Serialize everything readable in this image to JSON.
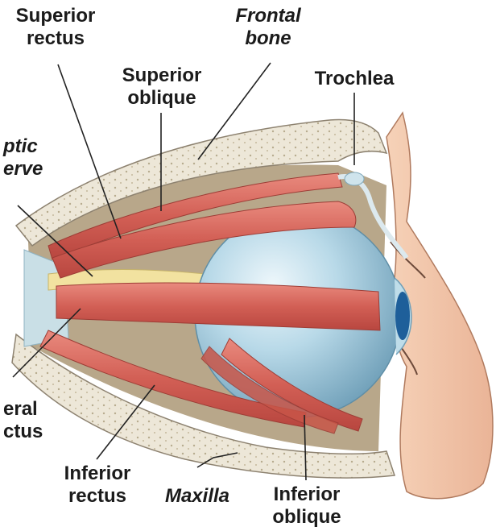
{
  "labels": {
    "superior_rectus": [
      "Superior",
      "rectus"
    ],
    "frontal_bone": [
      "Frontal",
      "bone"
    ],
    "superior_oblique": [
      "Superior",
      "oblique"
    ],
    "trochlea": "Trochlea",
    "optic_nerve": [
      "ptic",
      "erve"
    ],
    "lateral_rectus": [
      "eral",
      "ctus"
    ],
    "inferior_rectus": [
      "Inferior",
      "rectus"
    ],
    "maxilla": "Maxilla",
    "inferior_oblique": [
      "Inferior",
      "oblique"
    ]
  },
  "colors": {
    "bone": "#ece6d6",
    "muscle": "#d9675c",
    "eyeball": "#aacfdf",
    "orbit_shadow": "#b9a98a",
    "skin": "#f2c4a8",
    "nerve": "#f4e6a4",
    "iris": "#1e5f9a"
  }
}
